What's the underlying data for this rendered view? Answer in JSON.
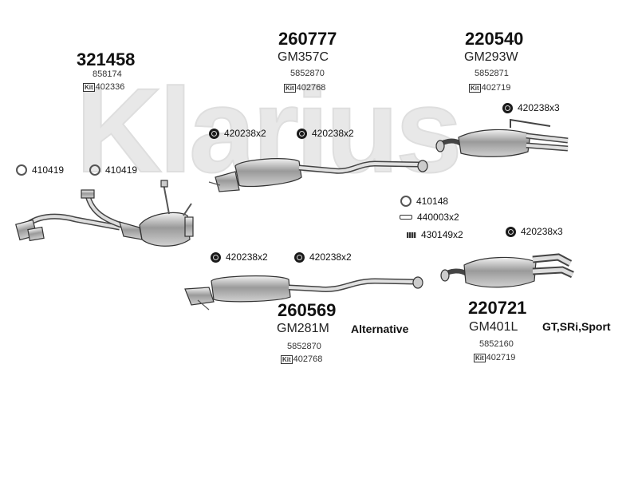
{
  "watermark": {
    "text": "Klarius",
    "color": "#e6e6e6"
  },
  "groups": [
    {
      "id": "g321458",
      "part_no": "321458",
      "oem": "858174",
      "kit_label": "Kit",
      "kit_no": "402336"
    },
    {
      "id": "g260777",
      "part_no": "260777",
      "model": "GM357C",
      "oem": "5852870",
      "kit_label": "Kit",
      "kit_no": "402768"
    },
    {
      "id": "g220540",
      "part_no": "220540",
      "model": "GM293W",
      "oem": "5852871",
      "kit_label": "Kit",
      "kit_no": "402719"
    },
    {
      "id": "g260569",
      "part_no": "260569",
      "model": "GM281M",
      "oem": "5852870",
      "kit_label": "Kit",
      "kit_no": "402768"
    },
    {
      "id": "g220721",
      "part_no": "220721",
      "model": "GM401L",
      "oem": "5852160",
      "kit_label": "Kit",
      "kit_no": "402719"
    }
  ],
  "fittings": [
    {
      "code": "410419",
      "icon": "ring-gasket-icon"
    },
    {
      "code": "410419",
      "icon": "ring-gasket-icon"
    },
    {
      "code": "420238x2",
      "icon": "clamp-icon"
    },
    {
      "code": "420238x2",
      "icon": "clamp-icon"
    },
    {
      "code": "420238x3",
      "icon": "clamp-icon"
    },
    {
      "code": "410148",
      "icon": "ring-gasket-icon"
    },
    {
      "code": "440003x2",
      "icon": "bolt-icon"
    },
    {
      "code": "430149x2",
      "icon": "screw-icon"
    },
    {
      "code": "420238x3",
      "icon": "clamp-icon"
    },
    {
      "code": "420238x2",
      "icon": "clamp-icon"
    },
    {
      "code": "420238x2",
      "icon": "clamp-icon"
    }
  ],
  "notes": {
    "alternative": "Alternative",
    "variant": "GT,SRi,Sport"
  }
}
